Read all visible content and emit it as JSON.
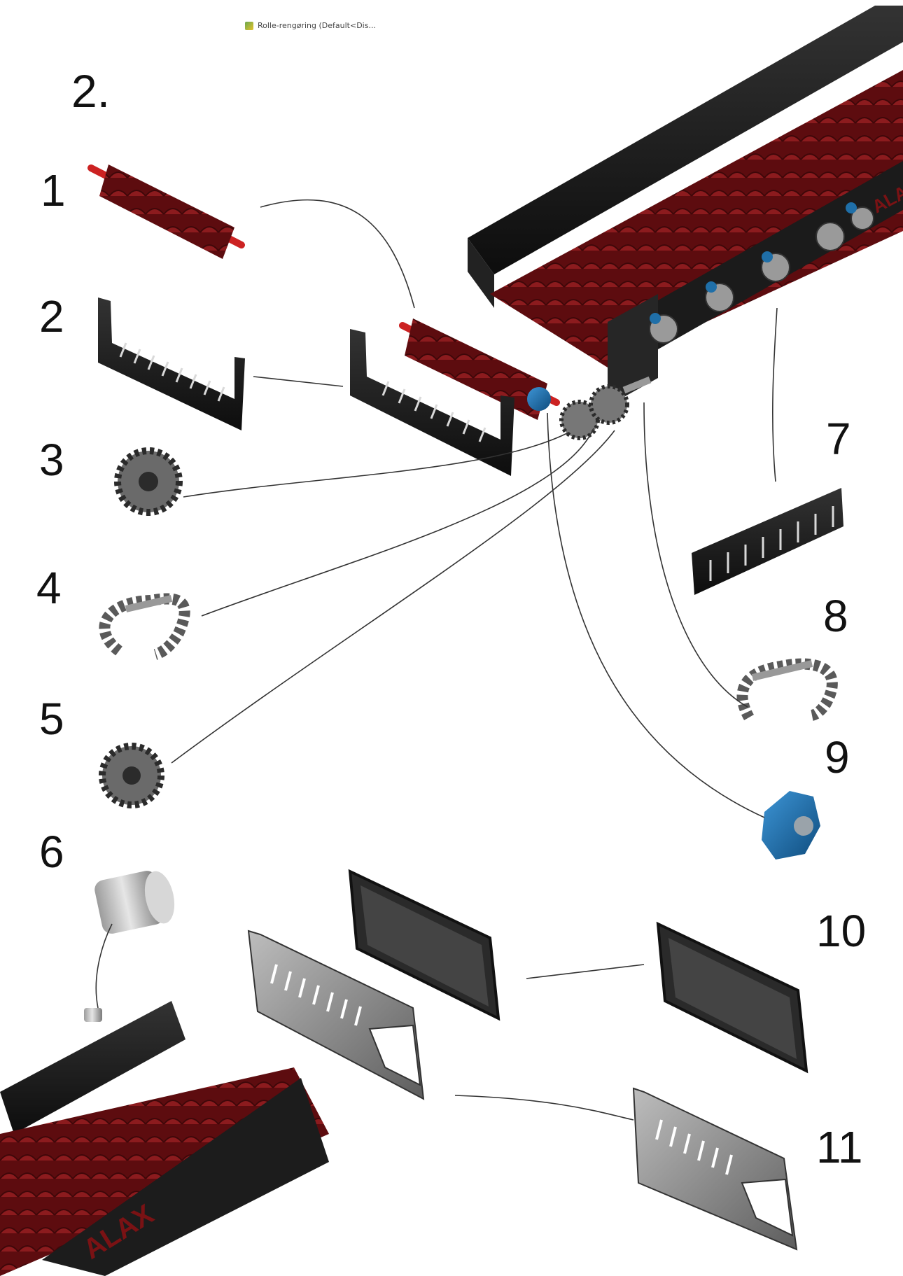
{
  "window": {
    "title": "Rolle-rengøring (Default<Dis..."
  },
  "figure": {
    "heading": "2.",
    "callouts": [
      "1",
      "2",
      "3",
      "4",
      "5",
      "6",
      "7",
      "8",
      "9",
      "10",
      "11"
    ],
    "brand_mark": "ALAX"
  },
  "colors": {
    "roller_red": "#6e0f12",
    "frame_black": "#1c1c1c",
    "bearing_blue": "#1f6fa8",
    "metal_grey": "#8a8a8a",
    "leader_line": "#333333"
  },
  "icons": {
    "title_icon": "assembly-icon"
  }
}
